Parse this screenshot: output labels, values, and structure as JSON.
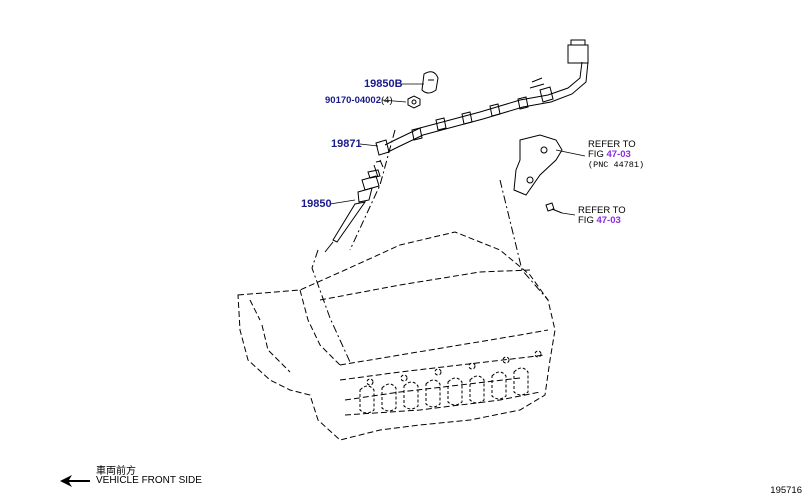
{
  "parts": {
    "p19850b": "19850B",
    "p90170": "90170-04002",
    "p90170_qty": "(4)",
    "p19871": "19871",
    "p19850": "19850"
  },
  "refs": {
    "ref1_line1": "REFER TO",
    "ref1_fig_prefix": "FIG ",
    "ref1_fig": "47-03",
    "ref1_pnc": "(PNC 44781)",
    "ref2_line1": "REFER TO",
    "ref2_fig_prefix": "FIG ",
    "ref2_fig": "47-03"
  },
  "direction": {
    "kanji": "車両前方",
    "english": "VEHICLE FRONT SIDE"
  },
  "image_number": "195716",
  "colors": {
    "part_label": "#1a1a8c",
    "fig_link": "#8a2be2",
    "line": "#000000"
  }
}
